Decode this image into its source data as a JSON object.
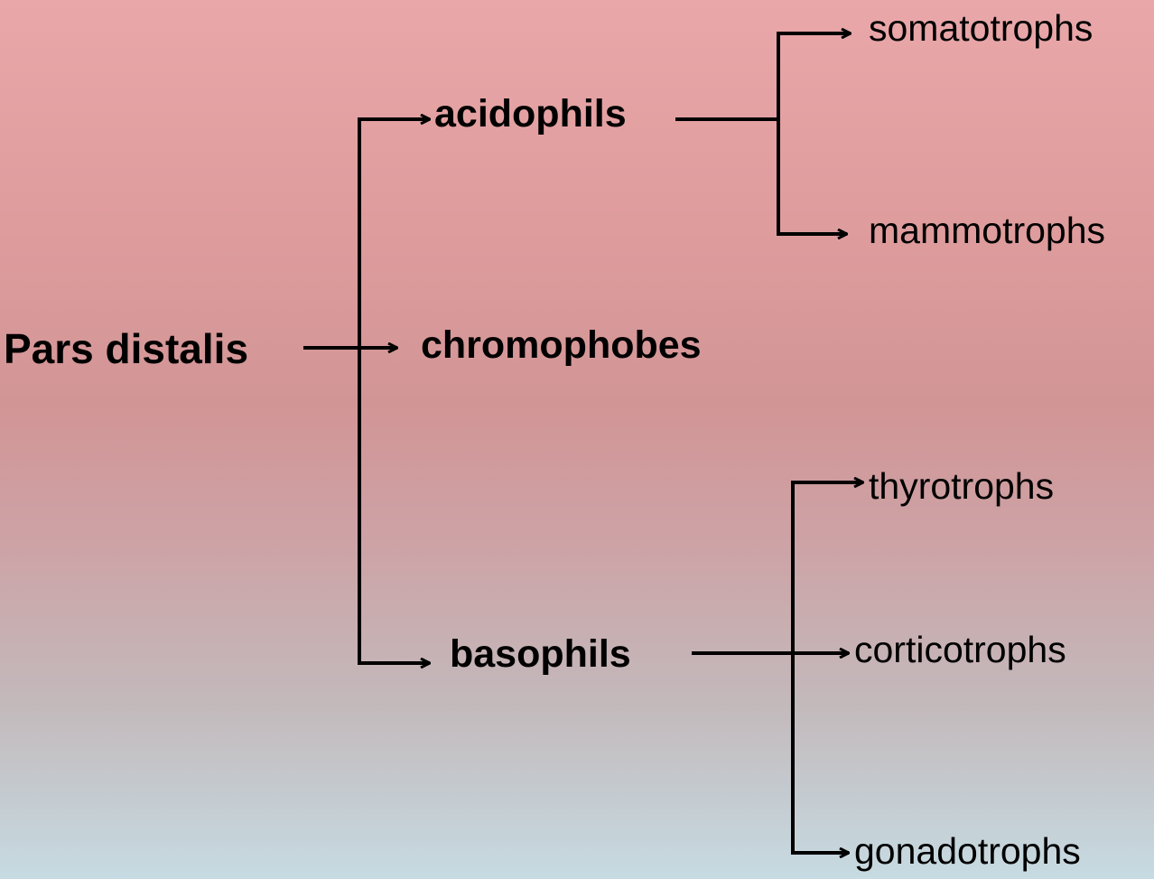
{
  "root": {
    "label": "Pars distalis"
  },
  "branches": {
    "acidophils": {
      "label": "acidophils",
      "children": [
        "somatotrophs",
        "mammotrophs"
      ]
    },
    "chromophobes": {
      "label": "chromophobes"
    },
    "basophils": {
      "label": "basophils",
      "children": [
        "thyrotrophs",
        "corticotrophs",
        "gonadotrophs"
      ]
    }
  }
}
